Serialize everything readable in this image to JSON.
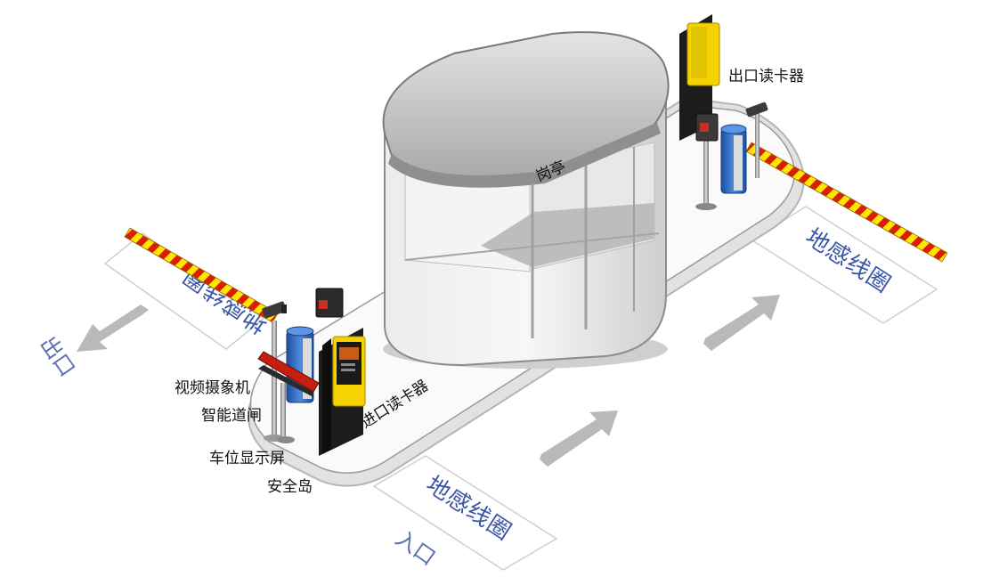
{
  "labels": {
    "exit_card_reader": "出口读卡器",
    "booth": "岗亭",
    "entry_card_reader": "进口读卡器",
    "video_camera": "视频摄象机",
    "smart_barrier": "智能道闸",
    "space_display": "车位显示屏",
    "safety_island": "安全岛"
  },
  "loop_detector": "地感线圈",
  "directions": {
    "exit": "出口",
    "entry": "入口"
  },
  "colors": {
    "barrier_red": "#d81e05",
    "barrier_yellow": "#ffe600",
    "reader_yellow": "#f6d200",
    "reader_black": "#1c1c1c",
    "gate_blue": "#2e63b5",
    "arrow_gray": "#b9b9b9",
    "loop_text": "#3a55a8"
  }
}
